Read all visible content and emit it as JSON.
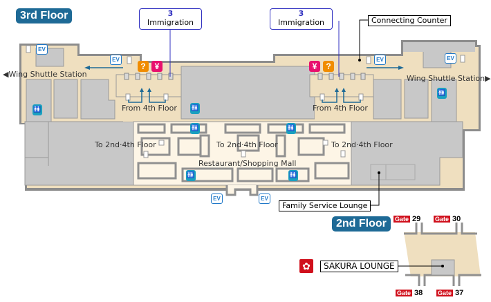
{
  "floors": {
    "third": {
      "badge": "3rd Floor"
    },
    "second": {
      "badge": "2nd Floor"
    }
  },
  "colors": {
    "floor_badge": "#1e6a96",
    "corridor": "#efdfbf",
    "room": "#c8c8c8",
    "wall": "#8c8c8c",
    "mall_floor": "#fdf5e6",
    "ev_blue": "#1f78c8",
    "toilet_teal": "#1aa0c0",
    "info_orange": "#f08c00",
    "exchange_pink": "#e8106e",
    "gate_red": "#d0101c",
    "immigration_line": "#3030c0",
    "arrow_blue": "#1e6a96"
  },
  "callouts": {
    "immigration_left": {
      "number": "3",
      "label": "Immigration"
    },
    "immigration_right": {
      "number": "3",
      "label": "Immigration"
    },
    "connecting_counter": "Connecting Counter",
    "family_service_lounge": "Family Service Lounge",
    "sakura_lounge": "SAKURA LOUNGE"
  },
  "labels": {
    "wing_shuttle_left": "Wing Shuttle Station",
    "wing_shuttle_right": "Wing Shuttle Station",
    "from_4th_left": "From 4th Floor",
    "from_4th_right": "From 4th Floor",
    "to_2nd_4th_left": "To 2nd·4th Floor",
    "to_2nd_4th_center": "To 2nd·4th Floor",
    "to_2nd_4th_right": "To 2nd·4th Floor",
    "restaurant_mall": "Restaurant/Shopping Mall"
  },
  "icons": {
    "ev": "EV",
    "info": "?",
    "exchange": "¥"
  },
  "gates": [
    {
      "word": "Gate",
      "number": "29"
    },
    {
      "word": "Gate",
      "number": "30"
    },
    {
      "word": "Gate",
      "number": "38"
    },
    {
      "word": "Gate",
      "number": "37"
    }
  ]
}
